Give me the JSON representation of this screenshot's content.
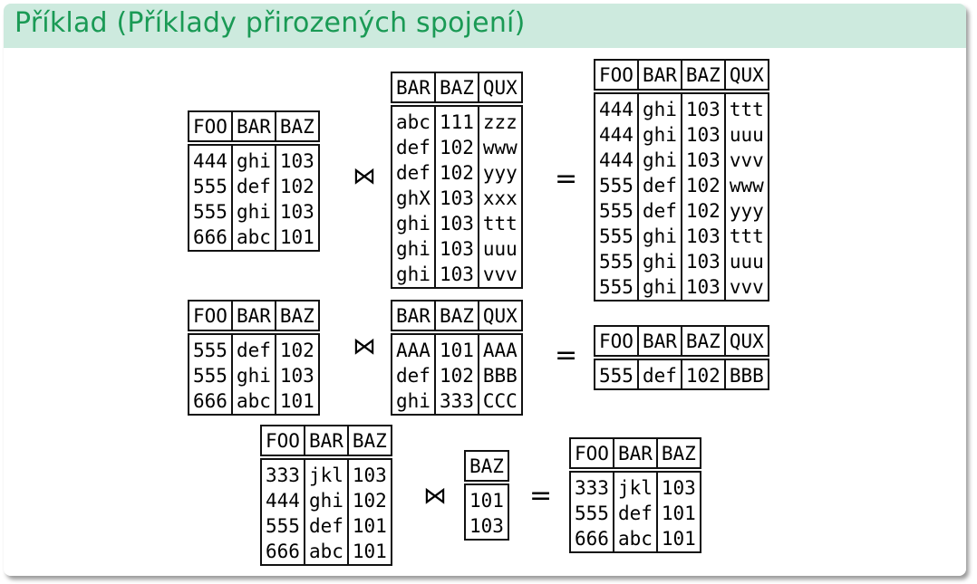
{
  "slide": {
    "title": "Příklad (Příklady přirozených spojení)"
  },
  "operators": {
    "join": "⋈",
    "equals": "="
  },
  "examples": [
    {
      "left": {
        "columns": [
          "FOO",
          "BAR",
          "BAZ"
        ],
        "rows": [
          [
            "444",
            "ghi",
            "103"
          ],
          [
            "555",
            "def",
            "102"
          ],
          [
            "555",
            "ghi",
            "103"
          ],
          [
            "666",
            "abc",
            "101"
          ]
        ]
      },
      "right": {
        "columns": [
          "BAR",
          "BAZ",
          "QUX"
        ],
        "rows": [
          [
            "abc",
            "111",
            "zzz"
          ],
          [
            "def",
            "102",
            "www"
          ],
          [
            "def",
            "102",
            "yyy"
          ],
          [
            "ghX",
            "103",
            "xxx"
          ],
          [
            "ghi",
            "103",
            "ttt"
          ],
          [
            "ghi",
            "103",
            "uuu"
          ],
          [
            "ghi",
            "103",
            "vvv"
          ]
        ]
      },
      "result": {
        "columns": [
          "FOO",
          "BAR",
          "BAZ",
          "QUX"
        ],
        "rows": [
          [
            "444",
            "ghi",
            "103",
            "ttt"
          ],
          [
            "444",
            "ghi",
            "103",
            "uuu"
          ],
          [
            "444",
            "ghi",
            "103",
            "vvv"
          ],
          [
            "555",
            "def",
            "102",
            "www"
          ],
          [
            "555",
            "def",
            "102",
            "yyy"
          ],
          [
            "555",
            "ghi",
            "103",
            "ttt"
          ],
          [
            "555",
            "ghi",
            "103",
            "uuu"
          ],
          [
            "555",
            "ghi",
            "103",
            "vvv"
          ]
        ]
      }
    },
    {
      "left": {
        "columns": [
          "FOO",
          "BAR",
          "BAZ"
        ],
        "rows": [
          [
            "555",
            "def",
            "102"
          ],
          [
            "555",
            "ghi",
            "103"
          ],
          [
            "666",
            "abc",
            "101"
          ]
        ]
      },
      "right": {
        "columns": [
          "BAR",
          "BAZ",
          "QUX"
        ],
        "rows": [
          [
            "AAA",
            "101",
            "AAA"
          ],
          [
            "def",
            "102",
            "BBB"
          ],
          [
            "ghi",
            "333",
            "CCC"
          ]
        ]
      },
      "result": {
        "columns": [
          "FOO",
          "BAR",
          "BAZ",
          "QUX"
        ],
        "rows": [
          [
            "555",
            "def",
            "102",
            "BBB"
          ]
        ]
      }
    },
    {
      "left": {
        "columns": [
          "FOO",
          "BAR",
          "BAZ"
        ],
        "rows": [
          [
            "333",
            "jkl",
            "103"
          ],
          [
            "444",
            "ghi",
            "102"
          ],
          [
            "555",
            "def",
            "101"
          ],
          [
            "666",
            "abc",
            "101"
          ]
        ]
      },
      "right": {
        "columns": [
          "BAZ"
        ],
        "rows": [
          [
            "101"
          ],
          [
            "103"
          ]
        ]
      },
      "result": {
        "columns": [
          "FOO",
          "BAR",
          "BAZ"
        ],
        "rows": [
          [
            "333",
            "jkl",
            "103"
          ],
          [
            "555",
            "def",
            "101"
          ],
          [
            "666",
            "abc",
            "101"
          ]
        ]
      }
    }
  ]
}
